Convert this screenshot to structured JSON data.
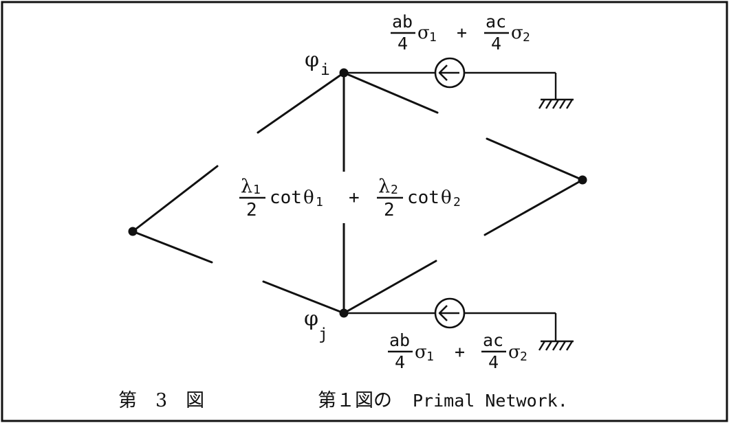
{
  "diagram": {
    "node_labels": {
      "phi": "φ",
      "sub_i": "i",
      "sub_j": "j"
    },
    "center_term": {
      "lambda": "λ",
      "sub1": "1",
      "sub2": "2",
      "denominator": "2",
      "cot": "cot",
      "theta": "θ",
      "plus": "+"
    },
    "source_term": {
      "num1": "ab",
      "num2": "ac",
      "denominator": "4",
      "sigma": "σ",
      "sub1": "1",
      "sub2": "2",
      "plus": "+"
    }
  },
  "caption": {
    "figure_label": "第　3　図",
    "title": "第１図の",
    "subtitle": "Primal Network."
  }
}
